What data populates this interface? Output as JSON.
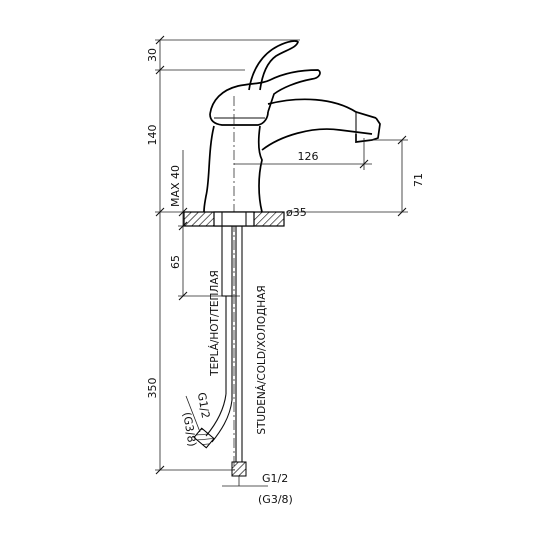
{
  "drawing": {
    "dimensions": {
      "top_handle": "30",
      "body_height": "140",
      "spout_reach": "126",
      "spout_height": "71",
      "max_deck": "MAX 40",
      "base_diameter": "ø35",
      "hose_split": "65",
      "total_length": "350"
    },
    "hoses": {
      "hot": "TEPLÁ/HOT/ТЕПЛАЯ",
      "cold": "STUDENÁ/COLD/ХОЛОДНАЯ"
    },
    "threads": {
      "hot_thread": "G1/2",
      "hot_thread_alt": "(G3/8)",
      "cold_thread": "G1/2",
      "cold_thread_alt": "(G3/8)"
    }
  }
}
